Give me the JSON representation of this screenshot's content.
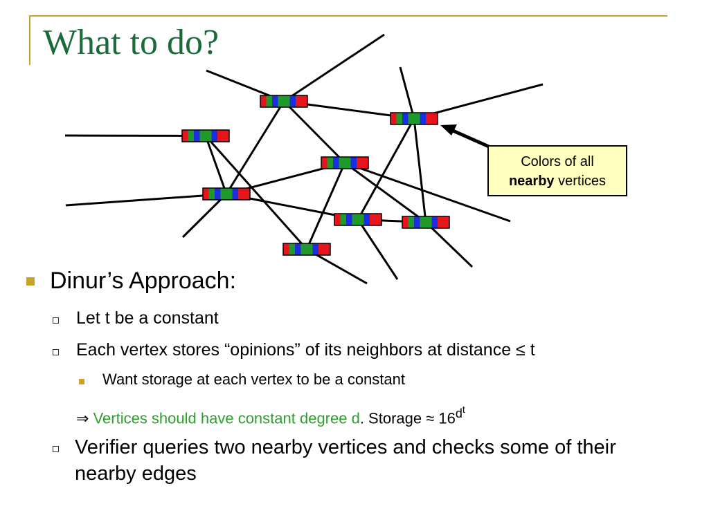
{
  "slide": {
    "title": "What to do?",
    "callout": {
      "pre": "Colors of all",
      "bold": "nearby",
      "post": "vertices"
    },
    "bullet1": "Dinur’s Approach:",
    "sub1": "Let t be a constant",
    "sub2": "Each vertex stores “opinions” of its neighbors at distance ≤ t",
    "sub3": "Want storage at each vertex to be a constant",
    "implies_symbol": "⇒",
    "implies_green": "Vertices should have constant degree d",
    "implies_rest": ".  Storage ≈ 16",
    "implies_sup": "d",
    "implies_supsup": "t",
    "sub4": "Verifier queries two nearby vertices and checks some of their nearby edges"
  },
  "graph": {
    "colors": {
      "red": "#e8141b",
      "green": "#1f9a2a",
      "blue": "#1b2fe0",
      "edge": "#000000",
      "callout_bg": "#ffffc0"
    },
    "vertex_color_pattern": [
      "red",
      "green",
      "blue",
      "green",
      "green",
      "blue",
      "red",
      "red"
    ],
    "vertex_count": 8
  }
}
